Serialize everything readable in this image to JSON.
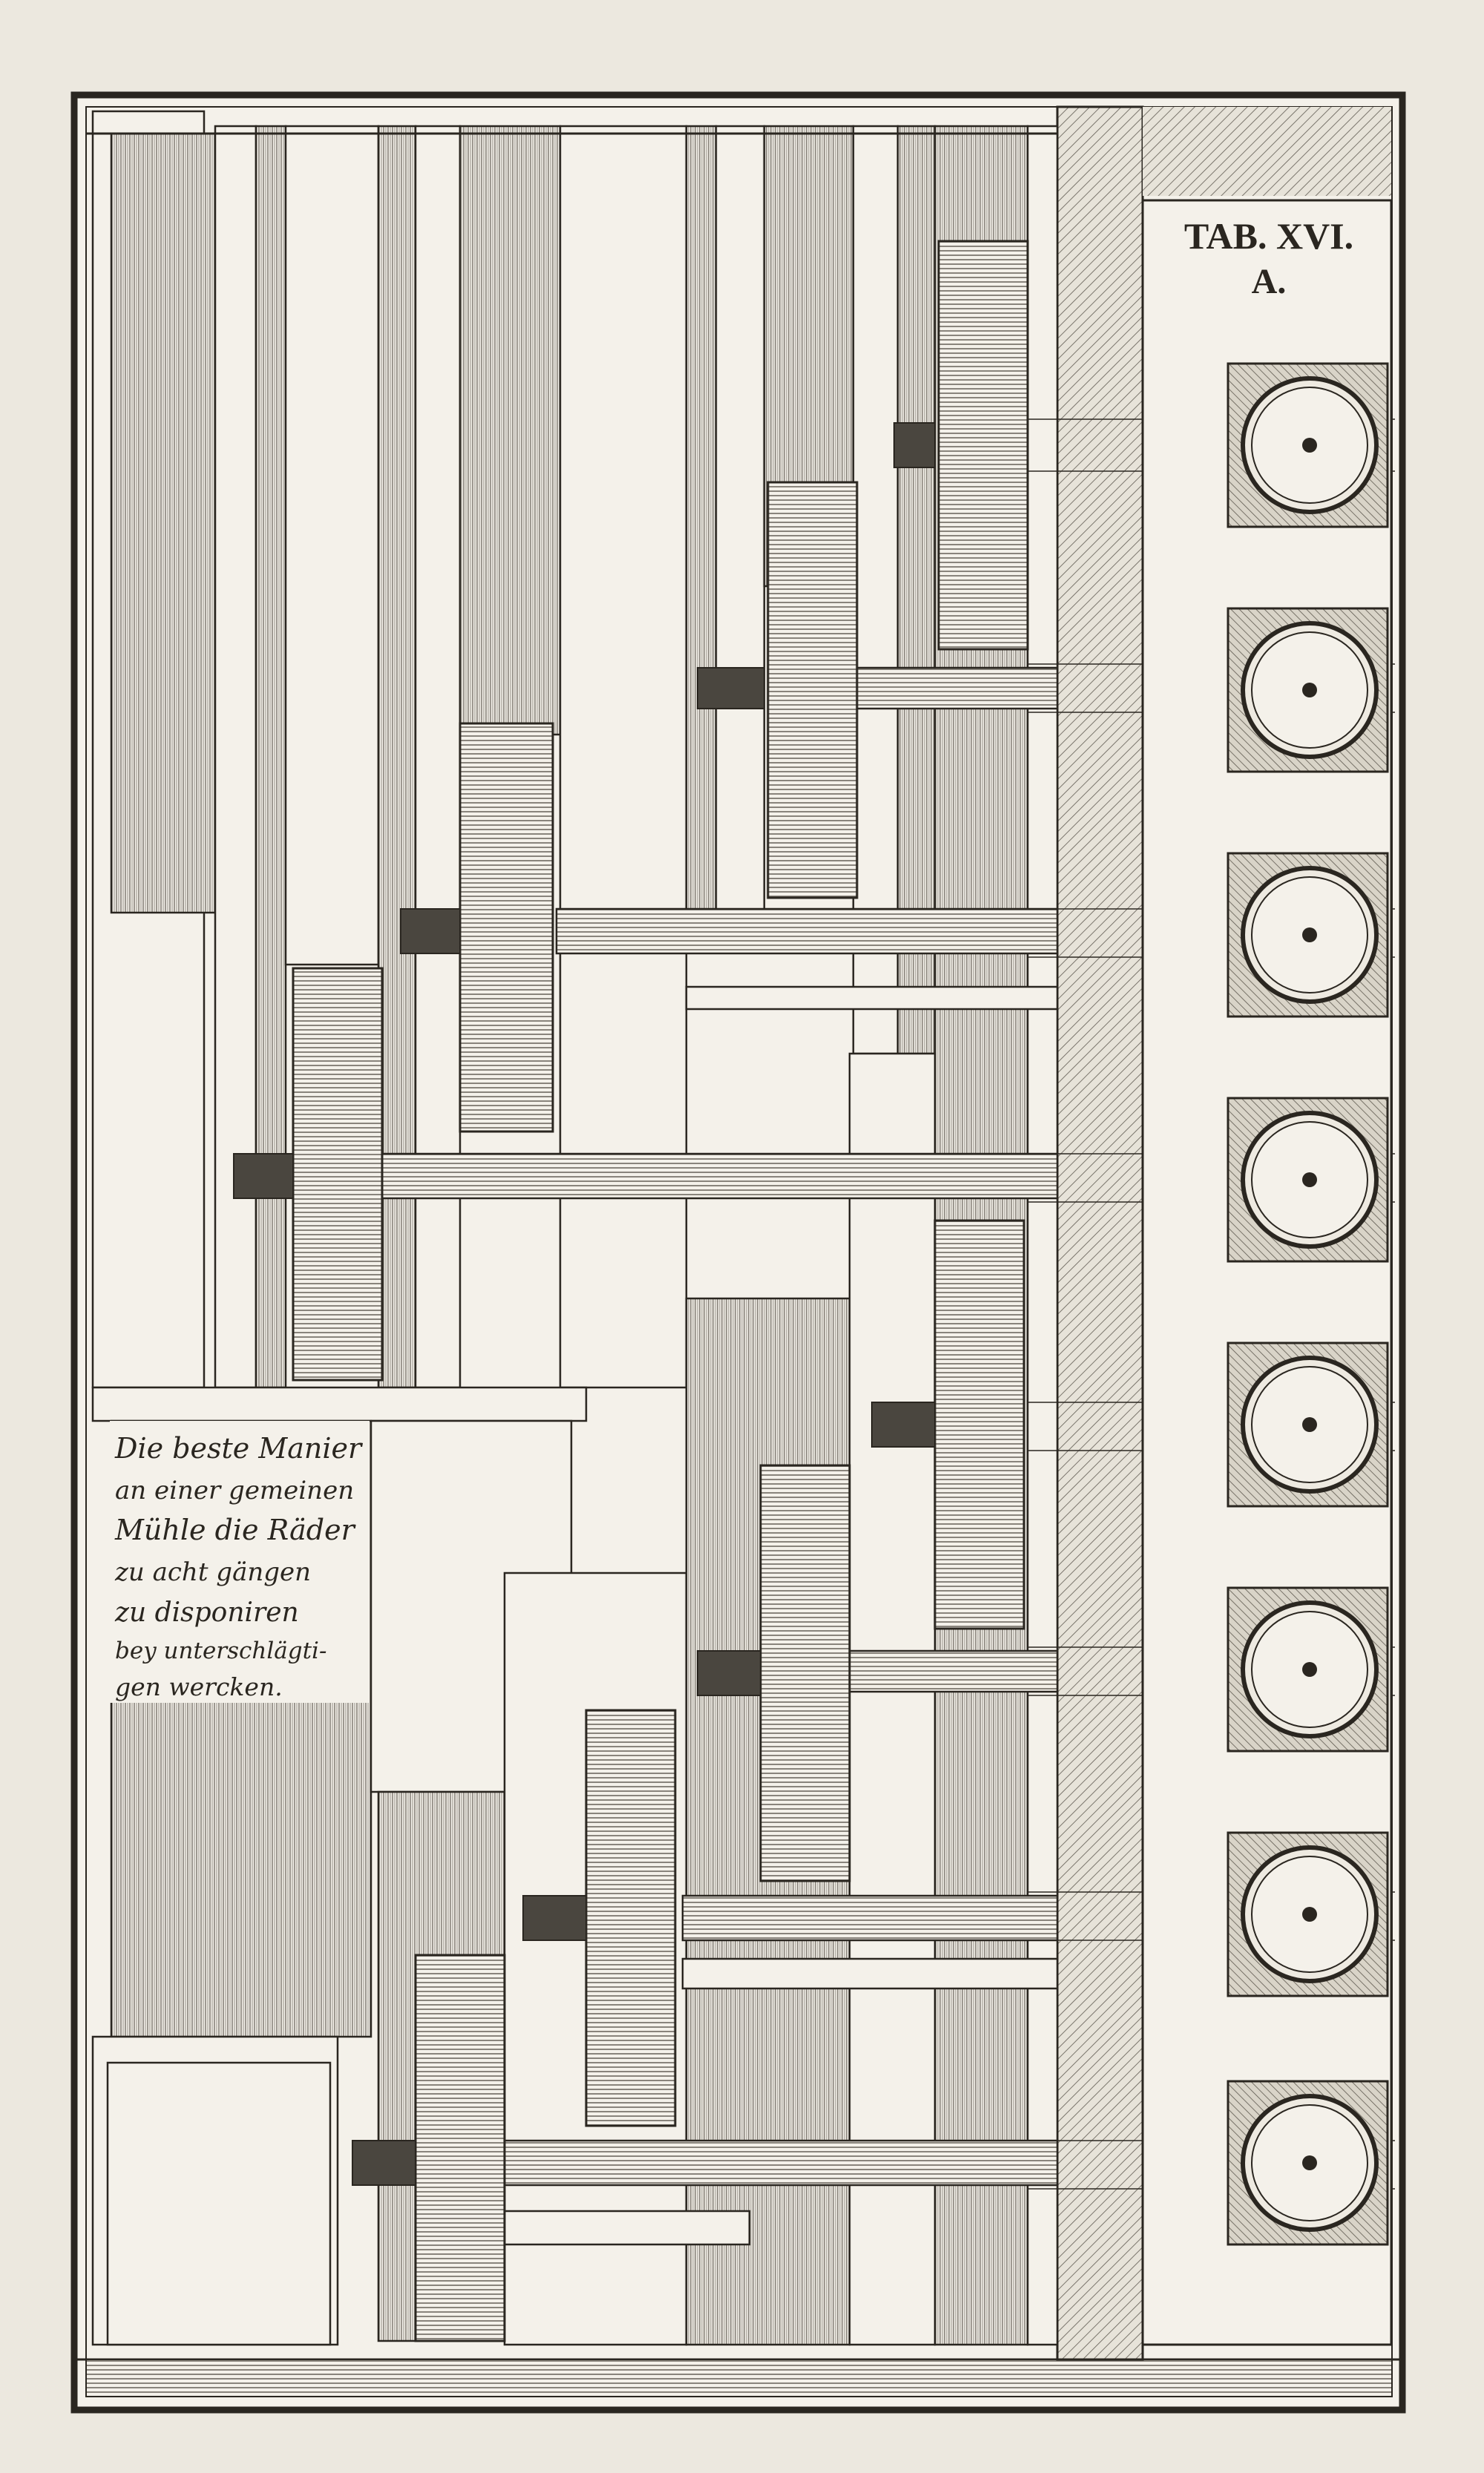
{
  "plate": {
    "title": "TAB. XVI.",
    "subtitle": "A."
  },
  "caption": {
    "lines": [
      "Die beste Manier",
      "an einer gemeinen",
      "Mühle die Räder",
      "zu acht gängen",
      "zu disponiren",
      "bey unterschlägti-",
      "gen wercken."
    ]
  },
  "colors": {
    "paper": "#ece8df",
    "ink": "#2a2620",
    "hatch": "#8a857c",
    "light_fill": "#f4f1ea"
  },
  "diagram": {
    "subject": "water mill with eight undershot wheels",
    "millstone_count": 8,
    "waterwheel_count": 8
  }
}
